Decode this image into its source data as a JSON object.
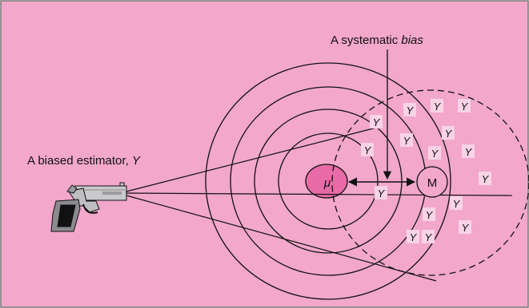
{
  "colors": {
    "background": "#f2a7cb",
    "border": "#7a7a7a",
    "target_center": "#e86aa6",
    "label_box": "#f9d3e6",
    "stroke": "#111111"
  },
  "labels": {
    "bias_prefix": "A systematic ",
    "bias_word": "bias",
    "estimator_prefix": "A biased estimator, ",
    "estimator_var": "Y",
    "mu": "μ",
    "m": "M",
    "y": "Y"
  },
  "icons": {
    "gun": "pistol-icon"
  }
}
